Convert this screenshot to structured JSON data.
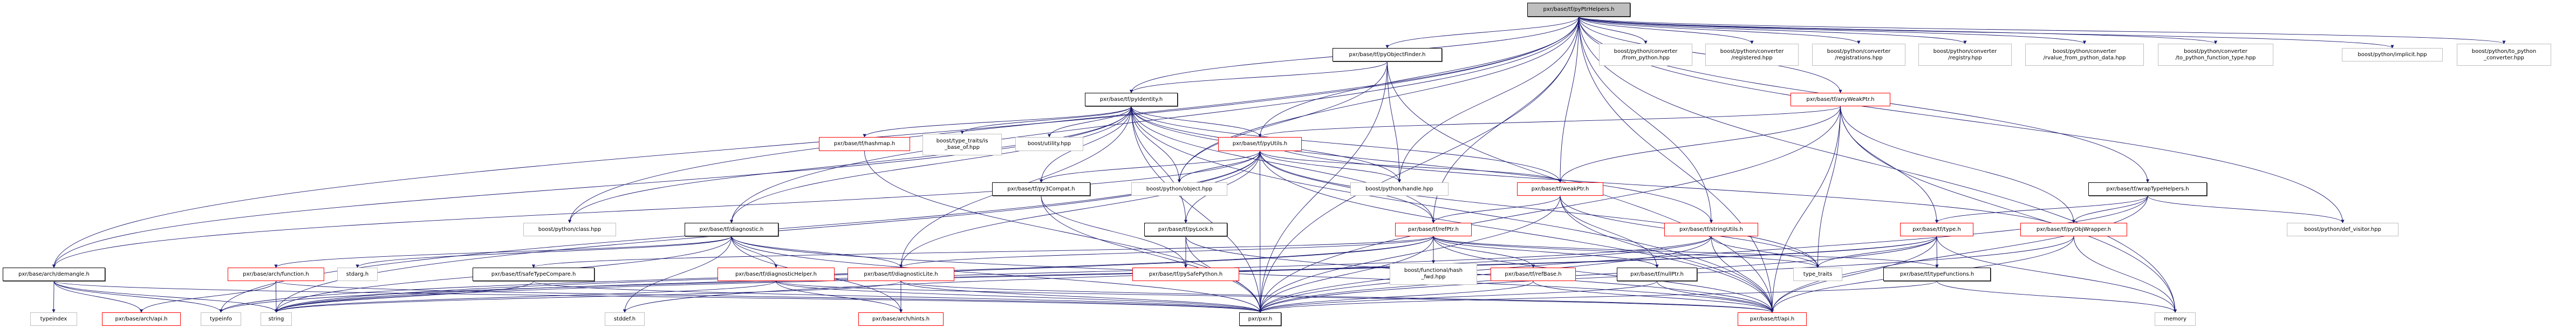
{
  "graph": {
    "title": "pxr/base/tf/pyPtrHelpers.h",
    "edge_color": "#191970",
    "nodes": {
      "root": {
        "label": "pxr/base/tf/pyPtrHelpers.h",
        "kind": "root"
      },
      "pyObjectFinder": {
        "label": "pxr/base/tf/pyObjectFinder.h",
        "kind": "doc"
      },
      "from_python": {
        "label": "boost/python/converter\n/from_python.hpp",
        "kind": "ext"
      },
      "registered": {
        "label": "boost/python/converter\n/registered.hpp",
        "kind": "ext"
      },
      "registrations": {
        "label": "boost/python/converter\n/registrations.hpp",
        "kind": "ext"
      },
      "registry": {
        "label": "boost/python/converter\n/registry.hpp",
        "kind": "ext"
      },
      "rvalue": {
        "label": "boost/python/converter\n/rvalue_from_python_data.hpp",
        "kind": "ext"
      },
      "to_python_fn": {
        "label": "boost/python/converter\n/to_python_function_type.hpp",
        "kind": "ext"
      },
      "implicit": {
        "label": "boost/python/implicit.hpp",
        "kind": "ext"
      },
      "to_python_conv": {
        "label": "boost/python/to_python\n_converter.hpp",
        "kind": "ext"
      },
      "pyIdentity": {
        "label": "pxr/base/tf/pyIdentity.h",
        "kind": "doc"
      },
      "anyWeakPtr": {
        "label": "pxr/base/tf/anyWeakPtr.h",
        "kind": "more"
      },
      "hashmap": {
        "label": "pxr/base/tf/hashmap.h",
        "kind": "more"
      },
      "is_base_of": {
        "label": "boost/type_traits/is\n_base_of.hpp",
        "kind": "ext"
      },
      "utility": {
        "label": "boost/utility.hpp",
        "kind": "ext"
      },
      "pyUtils": {
        "label": "pxr/base/tf/pyUtils.h",
        "kind": "more"
      },
      "py3Compat": {
        "label": "pxr/base/tf/py3Compat.h",
        "kind": "doc"
      },
      "object": {
        "label": "boost/python/object.hpp",
        "kind": "ext"
      },
      "handle": {
        "label": "boost/python/handle.hpp",
        "kind": "ext"
      },
      "weakPtr": {
        "label": "pxr/base/tf/weakPtr.h",
        "kind": "more"
      },
      "wrapTypeHelpers": {
        "label": "pxr/base/tf/wrapTypeHelpers.h",
        "kind": "doc"
      },
      "class": {
        "label": "boost/python/class.hpp",
        "kind": "ext"
      },
      "diagnostic": {
        "label": "pxr/base/tf/diagnostic.h",
        "kind": "doc"
      },
      "pyLock": {
        "label": "pxr/base/tf/pyLock.h",
        "kind": "doc"
      },
      "refPtr": {
        "label": "pxr/base/tf/refPtr.h",
        "kind": "more"
      },
      "stringUtils": {
        "label": "pxr/base/tf/stringUtils.h",
        "kind": "more"
      },
      "type": {
        "label": "pxr/base/tf/type.h",
        "kind": "more"
      },
      "pyObjWrapper": {
        "label": "pxr/base/tf/pyObjWrapper.h",
        "kind": "more"
      },
      "def_visitor": {
        "label": "boost/python/def_visitor.hpp",
        "kind": "ext"
      },
      "demangle": {
        "label": "pxr/base/arch/demangle.h",
        "kind": "doc"
      },
      "function": {
        "label": "pxr/base/arch/function.h",
        "kind": "more"
      },
      "stdarg": {
        "label": "stdarg.h",
        "kind": "ext"
      },
      "safeTypeCompare": {
        "label": "pxr/base/tf/safeTypeCompare.h",
        "kind": "doc"
      },
      "diagnosticHelper": {
        "label": "pxr/base/tf/diagnosticHelper.h",
        "kind": "more"
      },
      "diagnosticLite": {
        "label": "pxr/base/tf/diagnosticLite.h",
        "kind": "more"
      },
      "pySafePython": {
        "label": "pxr/base/tf/pySafePython.h",
        "kind": "more"
      },
      "hash_fwd": {
        "label": "boost/functional/hash\n_fwd.hpp",
        "kind": "ext"
      },
      "refBase": {
        "label": "pxr/base/tf/refBase.h",
        "kind": "more"
      },
      "nullPtr": {
        "label": "pxr/base/tf/nullPtr.h",
        "kind": "doc"
      },
      "type_traits": {
        "label": "type_traits",
        "kind": "ext"
      },
      "typeFunctions": {
        "label": "pxr/base/tf/typeFunctions.h",
        "kind": "doc"
      },
      "typeindex": {
        "label": "typeindex",
        "kind": "ext"
      },
      "arch_api": {
        "label": "pxr/base/arch/api.h",
        "kind": "more"
      },
      "typeinfo": {
        "label": "typeinfo",
        "kind": "ext"
      },
      "string": {
        "label": "string",
        "kind": "ext"
      },
      "stddef": {
        "label": "stddef.h",
        "kind": "ext"
      },
      "hints": {
        "label": "pxr/base/arch/hints.h",
        "kind": "more"
      },
      "pxr": {
        "label": "pxr/pxr.h",
        "kind": "doc"
      },
      "tf_api": {
        "label": "pxr/base/tf/api.h",
        "kind": "more"
      },
      "memory": {
        "label": "memory",
        "kind": "ext"
      }
    },
    "edges": [
      [
        "root",
        "pyObjectFinder"
      ],
      [
        "root",
        "from_python"
      ],
      [
        "root",
        "registered"
      ],
      [
        "root",
        "registrations"
      ],
      [
        "root",
        "registry"
      ],
      [
        "root",
        "rvalue"
      ],
      [
        "root",
        "to_python_fn"
      ],
      [
        "root",
        "implicit"
      ],
      [
        "root",
        "to_python_conv"
      ],
      [
        "root",
        "pyIdentity"
      ],
      [
        "root",
        "anyWeakPtr"
      ],
      [
        "root",
        "weakPtr"
      ],
      [
        "root",
        "refPtr"
      ],
      [
        "root",
        "stringUtils"
      ],
      [
        "root",
        "handle"
      ],
      [
        "root",
        "class"
      ],
      [
        "root",
        "demangle"
      ],
      [
        "root",
        "wrapTypeHelpers"
      ],
      [
        "root",
        "def_visitor"
      ],
      [
        "root",
        "memory"
      ],
      [
        "root",
        "pyUtils"
      ],
      [
        "root",
        "object"
      ],
      [
        "root",
        "pxr"
      ],
      [
        "root",
        "tf_api"
      ],
      [
        "root",
        "diagnostic"
      ],
      [
        "pyObjectFinder",
        "pyIdentity"
      ],
      [
        "pyObjectFinder",
        "handle"
      ],
      [
        "pyObjectFinder",
        "object"
      ],
      [
        "pyObjectFinder",
        "tf_api"
      ],
      [
        "pyObjectFinder",
        "pxr"
      ],
      [
        "pyIdentity",
        "hashmap"
      ],
      [
        "pyIdentity",
        "is_base_of"
      ],
      [
        "pyIdentity",
        "utility"
      ],
      [
        "pyIdentity",
        "pyUtils"
      ],
      [
        "pyIdentity",
        "object"
      ],
      [
        "pyIdentity",
        "pyLock"
      ],
      [
        "pyIdentity",
        "py3Compat"
      ],
      [
        "pyIdentity",
        "diagnostic"
      ],
      [
        "pyIdentity",
        "class"
      ],
      [
        "pyIdentity",
        "weakPtr"
      ],
      [
        "pyIdentity",
        "refPtr"
      ],
      [
        "pyIdentity",
        "stringUtils"
      ],
      [
        "pyIdentity",
        "handle"
      ],
      [
        "pyIdentity",
        "demangle"
      ],
      [
        "pyIdentity",
        "tf_api"
      ],
      [
        "pyIdentity",
        "pxr"
      ],
      [
        "pyIdentity",
        "diagnosticLite"
      ],
      [
        "pyUtils",
        "py3Compat"
      ],
      [
        "pyUtils",
        "object"
      ],
      [
        "pyUtils",
        "pyLock"
      ],
      [
        "pyUtils",
        "pxr"
      ],
      [
        "pyUtils",
        "handle"
      ],
      [
        "pyUtils",
        "weakPtr"
      ],
      [
        "pyUtils",
        "refPtr"
      ],
      [
        "pyUtils",
        "diagnosticLite"
      ],
      [
        "pyUtils",
        "tf_api"
      ],
      [
        "pyUtils",
        "demangle"
      ],
      [
        "pyUtils",
        "typeinfo"
      ],
      [
        "pyUtils",
        "string"
      ],
      [
        "pyUtils",
        "type_traits"
      ],
      [
        "anyWeakPtr",
        "pyUtils"
      ],
      [
        "anyWeakPtr",
        "weakPtr"
      ],
      [
        "anyWeakPtr",
        "type_traits"
      ],
      [
        "anyWeakPtr",
        "type"
      ],
      [
        "anyWeakPtr",
        "pyObjWrapper"
      ],
      [
        "anyWeakPtr",
        "tf_api"
      ],
      [
        "anyWeakPtr",
        "pxr"
      ],
      [
        "anyWeakPtr",
        "memory"
      ],
      [
        "weakPtr",
        "refPtr"
      ],
      [
        "weakPtr",
        "nullPtr"
      ],
      [
        "weakPtr",
        "type_traits"
      ],
      [
        "weakPtr",
        "tf_api"
      ],
      [
        "weakPtr",
        "pxr"
      ],
      [
        "refPtr",
        "hash_fwd"
      ],
      [
        "refPtr",
        "refBase"
      ],
      [
        "refPtr",
        "nullPtr"
      ],
      [
        "refPtr",
        "type_traits"
      ],
      [
        "refPtr",
        "typeFunctions"
      ],
      [
        "refPtr",
        "tf_api"
      ],
      [
        "refPtr",
        "pxr"
      ],
      [
        "refPtr",
        "diagnosticLite"
      ],
      [
        "refPtr",
        "safeTypeCompare"
      ],
      [
        "refPtr",
        "typeinfo"
      ],
      [
        "refPtr",
        "string"
      ],
      [
        "stringUtils",
        "type_traits"
      ],
      [
        "stringUtils",
        "tf_api"
      ],
      [
        "stringUtils",
        "pxr"
      ],
      [
        "stringUtils",
        "string"
      ],
      [
        "stringUtils",
        "stddef"
      ],
      [
        "type",
        "type_traits"
      ],
      [
        "type",
        "typeFunctions"
      ],
      [
        "type",
        "memory"
      ],
      [
        "type",
        "pxr"
      ],
      [
        "type",
        "tf_api"
      ],
      [
        "type",
        "string"
      ],
      [
        "type",
        "typeinfo"
      ],
      [
        "wrapTypeHelpers",
        "type"
      ],
      [
        "wrapTypeHelpers",
        "pyObjWrapper"
      ],
      [
        "wrapTypeHelpers",
        "def_visitor"
      ],
      [
        "wrapTypeHelpers",
        "pxr"
      ],
      [
        "wrapTypeHelpers",
        "tf_api"
      ],
      [
        "pyObjWrapper",
        "pyUtils"
      ],
      [
        "pyObjWrapper",
        "pxr"
      ],
      [
        "pyObjWrapper",
        "tf_api"
      ],
      [
        "pyObjWrapper",
        "memory"
      ],
      [
        "diagnostic",
        "diagnosticHelper"
      ],
      [
        "diagnostic",
        "diagnosticLite"
      ],
      [
        "diagnostic",
        "function"
      ],
      [
        "diagnostic",
        "stdarg"
      ],
      [
        "diagnostic",
        "pxr"
      ],
      [
        "diagnostic",
        "tf_api"
      ],
      [
        "diagnostic",
        "string"
      ],
      [
        "diagnostic",
        "stddef"
      ],
      [
        "diagnostic",
        "hints"
      ],
      [
        "diagnosticHelper",
        "string"
      ],
      [
        "diagnosticHelper",
        "tf_api"
      ],
      [
        "diagnosticHelper",
        "hints"
      ],
      [
        "diagnosticHelper",
        "pxr"
      ],
      [
        "diagnosticLite",
        "hints"
      ],
      [
        "diagnosticLite",
        "pxr"
      ],
      [
        "diagnosticLite",
        "tf_api"
      ],
      [
        "diagnosticLite",
        "string"
      ],
      [
        "py3Compat",
        "pySafePython"
      ],
      [
        "py3Compat",
        "pxr"
      ],
      [
        "pyLock",
        "pySafePython"
      ],
      [
        "pyLock",
        "pxr"
      ],
      [
        "pyLock",
        "tf_api"
      ],
      [
        "demangle",
        "typeindex"
      ],
      [
        "demangle",
        "arch_api"
      ],
      [
        "demangle",
        "typeinfo"
      ],
      [
        "demangle",
        "string"
      ],
      [
        "demangle",
        "pxr"
      ],
      [
        "function",
        "arch_api"
      ],
      [
        "function",
        "string"
      ],
      [
        "function",
        "pxr"
      ],
      [
        "hashmap",
        "pxr"
      ],
      [
        "safeTypeCompare",
        "string"
      ],
      [
        "safeTypeCompare",
        "pxr"
      ],
      [
        "refBase",
        "tf_api"
      ],
      [
        "refBase",
        "pxr"
      ],
      [
        "nullPtr",
        "tf_api"
      ],
      [
        "nullPtr",
        "pxr"
      ],
      [
        "typeFunctions",
        "memory"
      ],
      [
        "typeFunctions",
        "pxr"
      ]
    ]
  }
}
